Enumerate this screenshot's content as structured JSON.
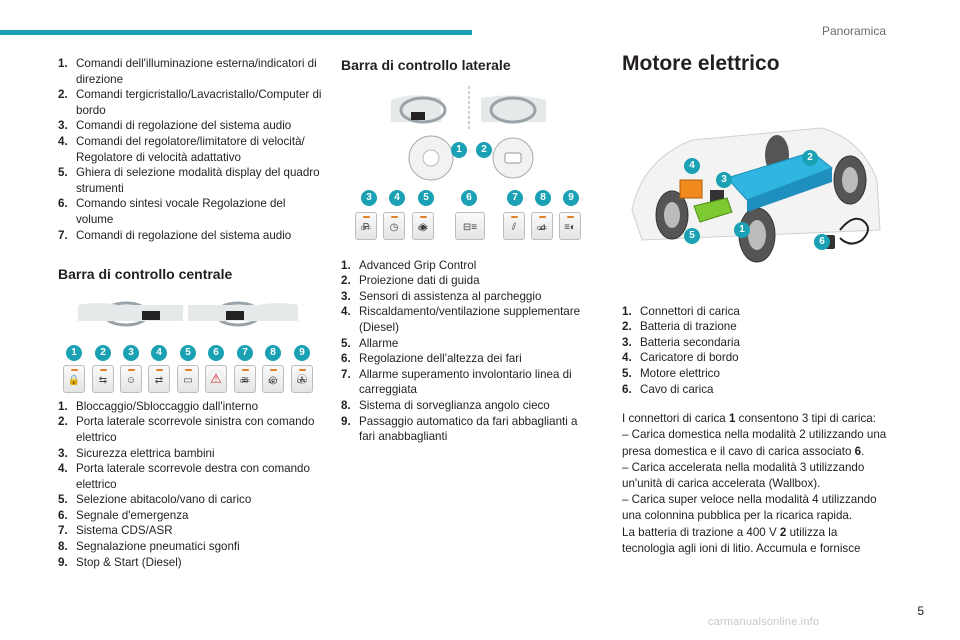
{
  "header": {
    "title": "Panoramica",
    "page_number": "5"
  },
  "col1": {
    "list1": [
      {
        "n": "1.",
        "t": "Comandi dell'illuminazione esterna/indicatori di direzione"
      },
      {
        "n": "2.",
        "t": "Comandi tergicristallo/Lavacristallo/Computer di bordo"
      },
      {
        "n": "3.",
        "t": "Comandi di regolazione del sistema audio"
      },
      {
        "n": "4.",
        "t": "Comandi del regolatore/limitatore di velocità/ Regolatore di velocità adattativo"
      },
      {
        "n": "5.",
        "t": "Ghiera di selezione modalità display del quadro strumenti"
      },
      {
        "n": "6.",
        "t": "Comando sintesi vocale Regolazione del volume"
      },
      {
        "n": "7.",
        "t": "Comandi di regolazione del sistema audio"
      }
    ],
    "heading": "Barra di controllo centrale",
    "badges": [
      "1",
      "2",
      "3",
      "4",
      "5",
      "6",
      "7",
      "8",
      "9"
    ],
    "switch_labels": [
      "",
      "",
      "",
      "",
      "",
      "",
      "OFF",
      "SET",
      "OFF"
    ],
    "list2": [
      {
        "n": "1.",
        "t": "Bloccaggio/Sbloccaggio dall'interno"
      },
      {
        "n": "2.",
        "t": "Porta laterale scorrevole sinistra con comando elettrico"
      },
      {
        "n": "3.",
        "t": "Sicurezza elettrica bambini"
      },
      {
        "n": "4.",
        "t": "Porta laterale scorrevole destra con comando elettrico"
      },
      {
        "n": "5.",
        "t": "Selezione abitacolo/vano di carico"
      },
      {
        "n": "6.",
        "t": "Segnale d'emergenza"
      },
      {
        "n": "7.",
        "t": "Sistema CDS/ASR"
      },
      {
        "n": "8.",
        "t": "Segnalazione pneumatici sgonfi"
      },
      {
        "n": "9.",
        "t": "Stop & Start (Diesel)"
      }
    ]
  },
  "col2": {
    "heading": "Barra di controllo laterale",
    "badges_top": [
      "1",
      "2"
    ],
    "badges": [
      "3",
      "4",
      "5",
      "6",
      "7",
      "8",
      "9"
    ],
    "switch_labels": [
      "OFF",
      "",
      "OFF",
      "",
      "",
      "OFF",
      ""
    ],
    "list": [
      {
        "n": "1.",
        "t": "Advanced Grip Control"
      },
      {
        "n": "2.",
        "t": "Proiezione dati di guida"
      },
      {
        "n": "3.",
        "t": "Sensori di assistenza al parcheggio"
      },
      {
        "n": "4.",
        "t": "Riscaldamento/ventilazione supplementare (Diesel)"
      },
      {
        "n": "5.",
        "t": "Allarme"
      },
      {
        "n": "6.",
        "t": "Regolazione dell'altezza dei fari"
      },
      {
        "n": "7.",
        "t": "Allarme superamento involontario linea di carreggiata"
      },
      {
        "n": "8.",
        "t": "Sistema di sorveglianza angolo cieco"
      },
      {
        "n": "9.",
        "t": "Passaggio automatico da fari abbaglianti a fari anabbaglianti"
      }
    ]
  },
  "col3": {
    "heading": "Motore elettrico",
    "badges": [
      "1",
      "2",
      "3",
      "4",
      "5",
      "6"
    ],
    "list": [
      {
        "n": "1.",
        "t": "Connettori di carica"
      },
      {
        "n": "2.",
        "t": "Batteria di trazione"
      },
      {
        "n": "3.",
        "t": "Batteria secondaria"
      },
      {
        "n": "4.",
        "t": "Caricatore di bordo"
      },
      {
        "n": "5.",
        "t": "Motore elettrico"
      },
      {
        "n": "6.",
        "t": "Cavo di carica"
      }
    ],
    "para": [
      {
        "a": "I connettori di carica ",
        "b": "1",
        "c": " consentono 3 tipi di carica:"
      },
      {
        "a": "–  Carica domestica nella modalità 2 utilizzando una presa domestica e il cavo di carica associato ",
        "b": "6",
        "c": "."
      },
      {
        "a": "–  Carica accelerata nella modalità 3 utilizzando un'unità di carica accelerata (Wallbox).",
        "b": "",
        "c": ""
      },
      {
        "a": "–  Carica super veloce nella modalità 4 utilizzando una colonnina pubblica per la ricarica rapida.",
        "b": "",
        "c": ""
      },
      {
        "a": "La batteria di trazione a 400 V ",
        "b": "2",
        "c": " utilizza la tecnologia agli ioni di litio. Accumula e fornisce"
      }
    ]
  },
  "watermark": "carmanualsonline.info",
  "colors": {
    "accent": "#1aa1b4",
    "text": "#231f20"
  }
}
